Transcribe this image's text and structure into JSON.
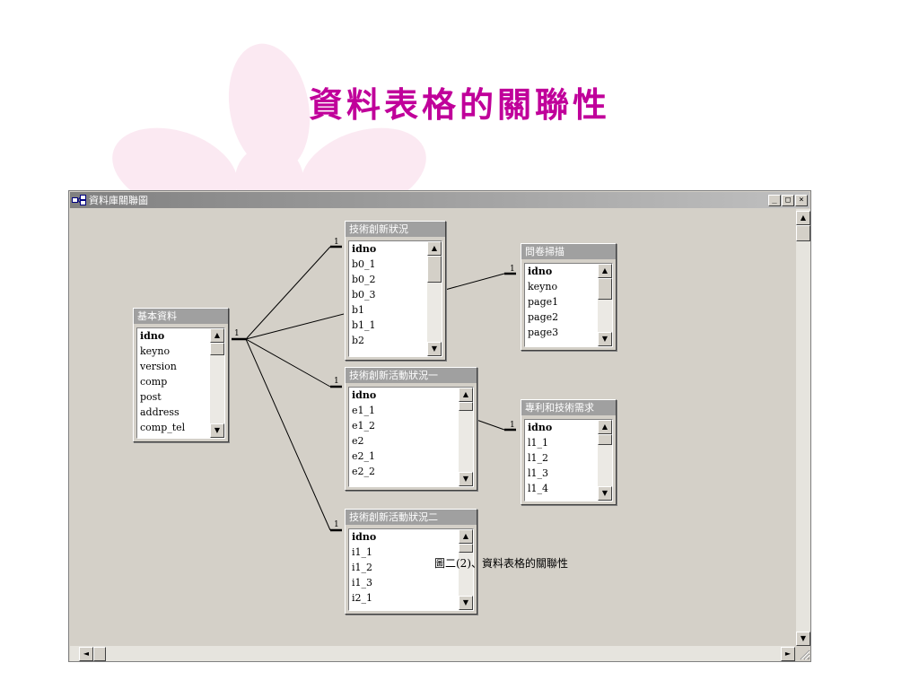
{
  "slide": {
    "title": "資料表格的關聯性"
  },
  "window": {
    "title": "資料庫關聯圖",
    "controls": {
      "minimize": "_",
      "maximize": "□",
      "close": "×"
    }
  },
  "tables": {
    "basic": {
      "title": "基本資料",
      "fields": [
        "idno",
        "keyno",
        "version",
        "comp",
        "post",
        "address",
        "comp_tel"
      ]
    },
    "tech_innovation": {
      "title": "技術創新狀況",
      "fields": [
        "idno",
        "b0_1",
        "b0_2",
        "b0_3",
        "b1",
        "b1_1",
        "b2"
      ]
    },
    "survey_scan": {
      "title": "問卷掃描",
      "fields": [
        "idno",
        "keyno",
        "page1",
        "page2",
        "page3"
      ]
    },
    "activity_1": {
      "title": "技術創新活動狀況一",
      "fields": [
        "idno",
        "e1_1",
        "e1_2",
        "e2",
        "e2_1",
        "e2_2"
      ]
    },
    "patent": {
      "title": "專利和技術需求",
      "fields": [
        "idno",
        "l1_1",
        "l1_2",
        "l1_3",
        "l1_4"
      ]
    },
    "activity_2": {
      "title": "技術創新活動狀況二",
      "fields": [
        "idno",
        "i1_1",
        "i1_2",
        "i1_3",
        "i2_1"
      ]
    }
  },
  "relationship_marker": "1",
  "caption": "圖二(2)、資料表格的關聯性",
  "icons": {
    "window": "diagram-icon",
    "scroll_up": "scroll-up-arrow-icon",
    "scroll_down": "scroll-down-arrow-icon",
    "scroll_left": "scroll-left-arrow-icon",
    "scroll_right": "scroll-right-arrow-icon",
    "size_grip": "size-grip-icon"
  },
  "colors": {
    "title": "#c0009a",
    "canvas": "#d4d0c8",
    "titlebar_start": "#808080",
    "blossom": "#fbe9f2"
  }
}
